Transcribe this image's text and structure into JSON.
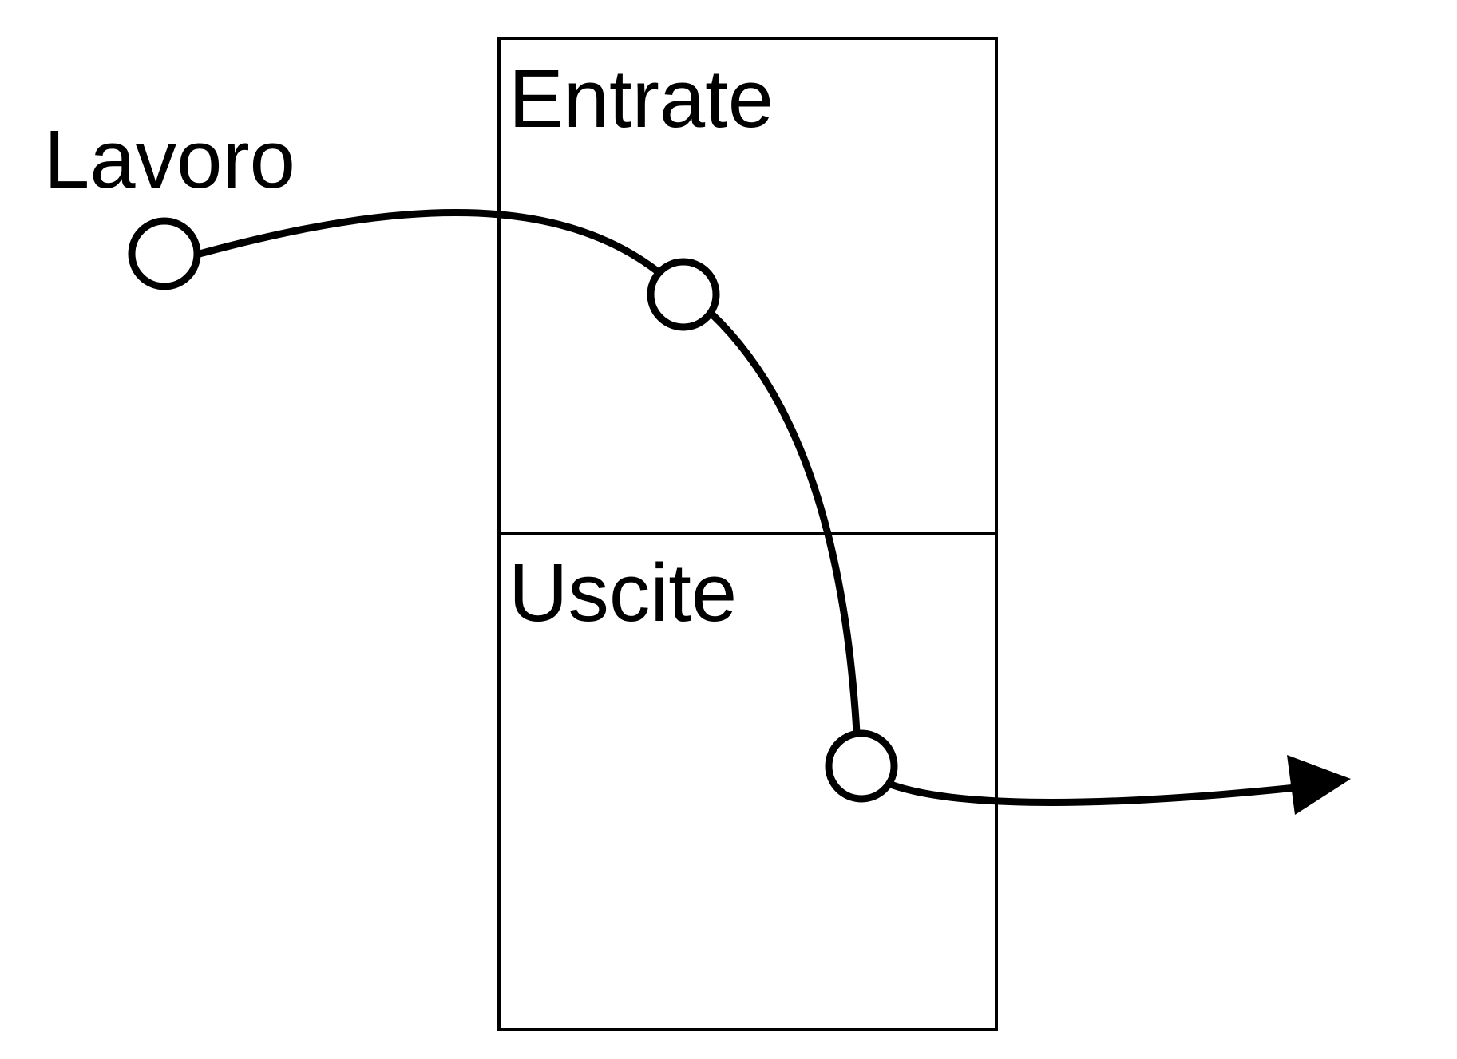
{
  "labels": {
    "source": "Lavoro",
    "top_section": "Entrate",
    "bottom_section": "Uscite"
  },
  "colors": {
    "stroke": "#000000",
    "background": "#ffffff"
  }
}
